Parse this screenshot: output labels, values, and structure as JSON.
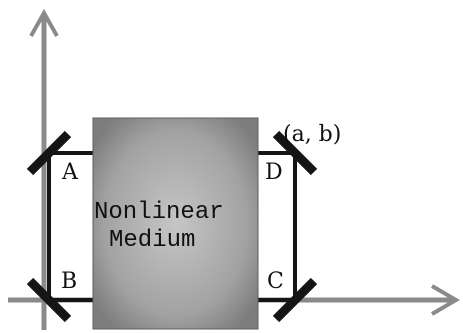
{
  "diagram": {
    "medium_line1": "Nonlinear",
    "medium_line2": "Medium",
    "label_a": "A",
    "label_b": "B",
    "label_c": "C",
    "label_d": "D",
    "coordinate_label": "(a, b)"
  },
  "colors": {
    "axis": "#8a8a8a",
    "loop": "#151515",
    "mirror": "#151515",
    "medium_center": "#c2c2c2",
    "medium_edge": "#7f7f7f"
  }
}
